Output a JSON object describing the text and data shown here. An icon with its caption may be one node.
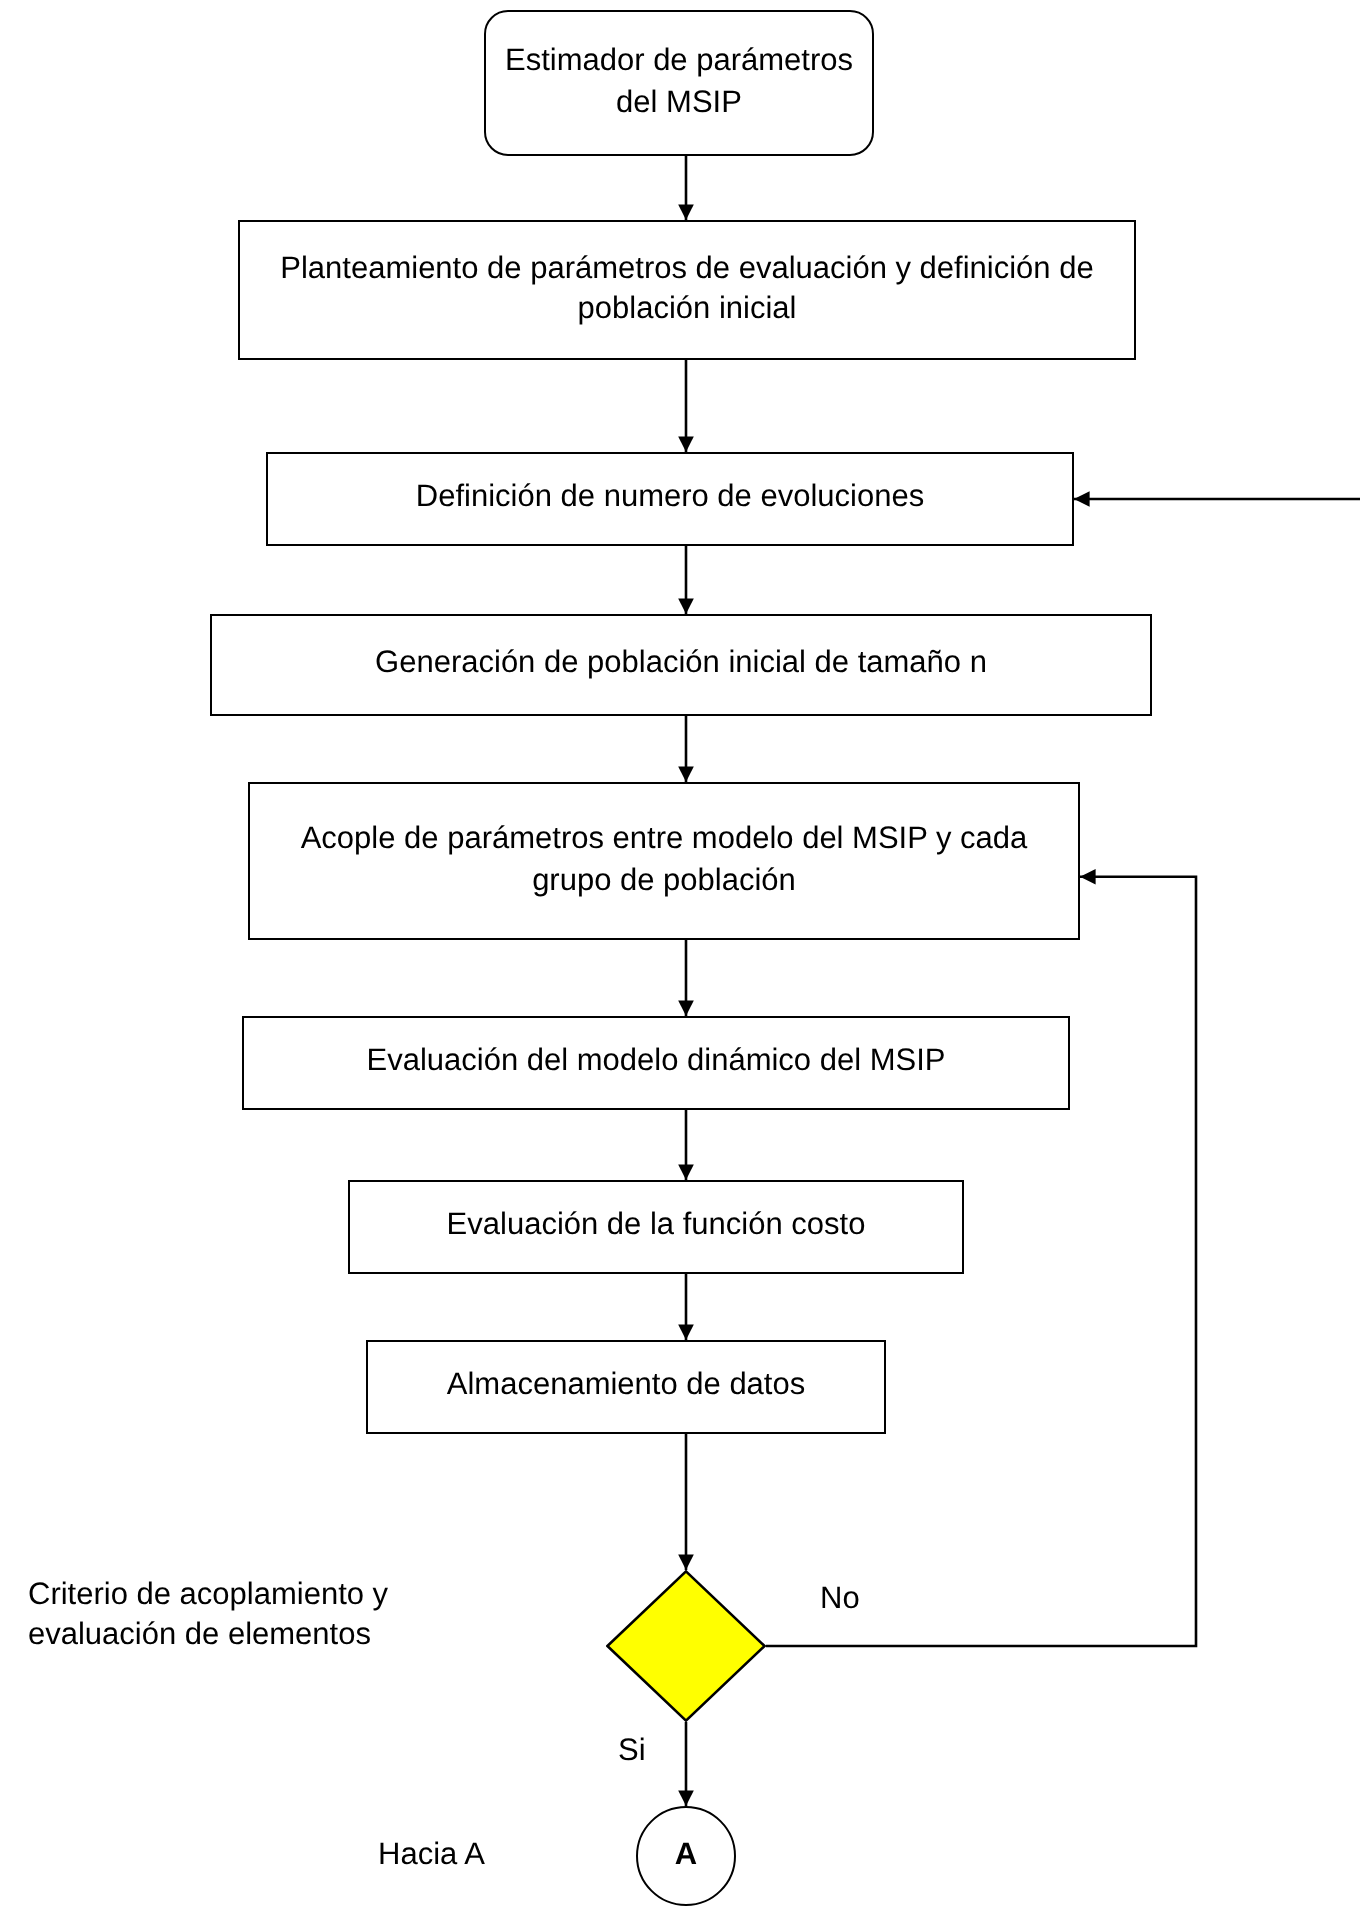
{
  "diagram": {
    "nodes": [
      {
        "text": [
          "Estimador de parámetros del MSIP"
        ]
      },
      {
        "text": [
          "Planteamiento de parámetros de evaluación y definición de población inicial"
        ]
      },
      {
        "text": [
          "Definición de numero de evoluciones"
        ]
      },
      {
        "text": [
          "Generación de población inicial de tamaño n"
        ]
      },
      {
        "text": [
          "Acople de parámetros entre modelo del MSIP y cada grupo de población"
        ]
      },
      {
        "text": [
          "Evaluación del modelo dinámico del MSIP"
        ]
      },
      {
        "text": [
          "Evaluación de la función costo"
        ]
      },
      {
        "text": [
          "Almacenamiento de datos"
        ]
      },
      {
        "text": [],
        "shape": "diamond"
      },
      {
        "text": [
          "A"
        ]
      }
    ],
    "labels": [
      "Criterio de acoplamiento y evaluación de elementos",
      "Hacia A"
    ],
    "edges": [
      {
        "from": 0,
        "to": 1,
        "arrow": "to"
      },
      {
        "from": 1,
        "to": 2,
        "arrow": "to"
      },
      {
        "from": 2,
        "to": 3,
        "arrow": "to"
      },
      {
        "from": 3,
        "to": 4,
        "arrow": "to"
      },
      {
        "from": 4,
        "to": 5,
        "arrow": "to"
      },
      {
        "from": 5,
        "to": 6,
        "arrow": "to"
      },
      {
        "from": 6,
        "to": 7,
        "arrow": "to"
      },
      {
        "from": 7,
        "to": 8,
        "arrow": "to"
      },
      {
        "from": 8,
        "to": 4,
        "arrow": "to",
        "label": "No"
      },
      {
        "from": 8,
        "to": 9,
        "arrow": "to",
        "label": "Si"
      },
      {
        "from": null,
        "to": 2,
        "arrow": "to"
      }
    ]
  }
}
